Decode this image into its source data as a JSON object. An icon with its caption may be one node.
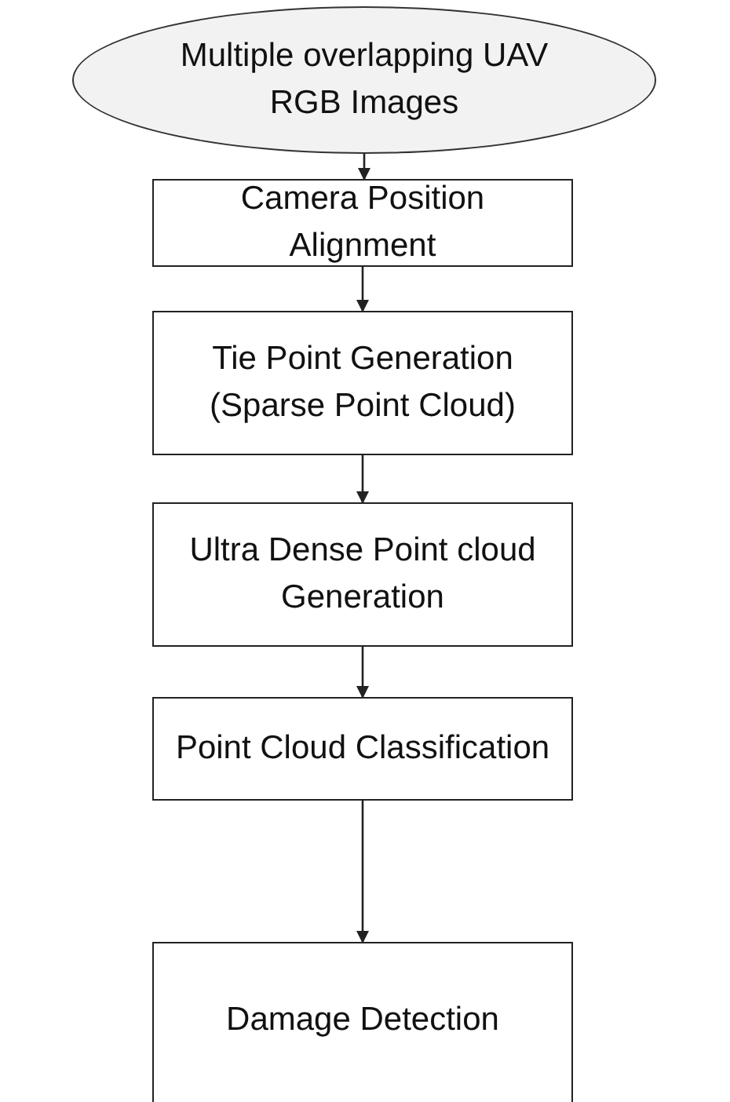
{
  "diagram": {
    "nodes": [
      {
        "text": [
          "Multiple overlapping UAV RGB Images"
        ]
      },
      {
        "text": [
          "Camera Position Alignment"
        ]
      },
      {
        "text": [
          "Tie Point Generation (Sparse Point Cloud)"
        ]
      },
      {
        "text": [
          "Ultra Dense Point cloud Generation"
        ]
      },
      {
        "text": [
          "Point Cloud Classification"
        ]
      },
      {
        "text": [
          "Damage Detection"
        ]
      }
    ],
    "edges": [
      {
        "from": 0,
        "to": 1,
        "arrow": "to"
      },
      {
        "from": 1,
        "to": 2,
        "arrow": "to"
      },
      {
        "from": 2,
        "to": 3,
        "arrow": "to"
      },
      {
        "from": 3,
        "to": 4,
        "arrow": "to"
      },
      {
        "from": 4,
        "to": 5,
        "arrow": "to"
      }
    ]
  }
}
